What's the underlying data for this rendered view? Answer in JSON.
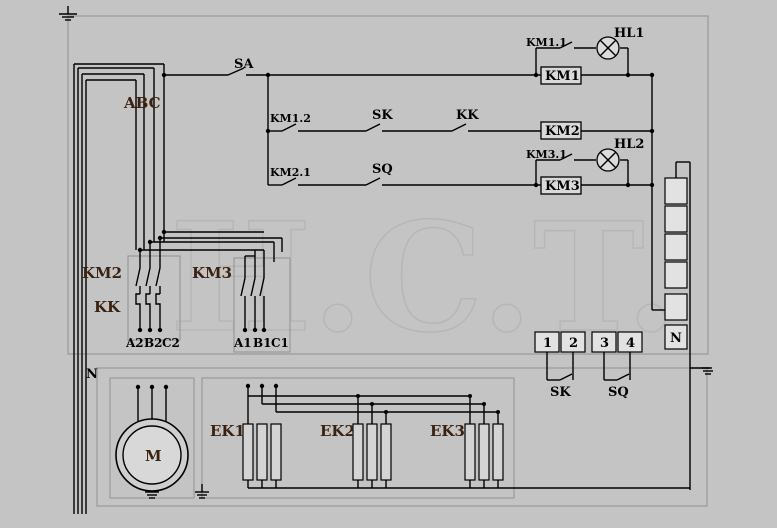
{
  "labels": {
    "sa": "SA",
    "km1_1": "KM1.1",
    "hl1": "HL1",
    "km1": "KM1",
    "km1_2": "KM1.2",
    "sk_top": "SK",
    "kk_top": "KK",
    "km2": "KM2",
    "km3_1": "KM3.1",
    "hl2": "HL2",
    "km2_1": "KM2.1",
    "sq_top": "SQ",
    "km3": "KM3",
    "abc": "ABC",
    "km2_left": "KM2",
    "kk_left": "KK",
    "km3_left": "KM3",
    "a2": "A2",
    "b2": "B2",
    "c2": "C2",
    "a1": "A1",
    "b1": "B1",
    "c1": "C1",
    "n_left": "N",
    "n_right": "N",
    "t1": "1",
    "t2": "2",
    "t3": "3",
    "t4": "4",
    "sk_bottom": "SK",
    "sq_bottom": "SQ",
    "motor": "M",
    "ek1": "EK1",
    "ek2": "EK2",
    "ek3": "EK3",
    "watermark": "H.C.T."
  }
}
